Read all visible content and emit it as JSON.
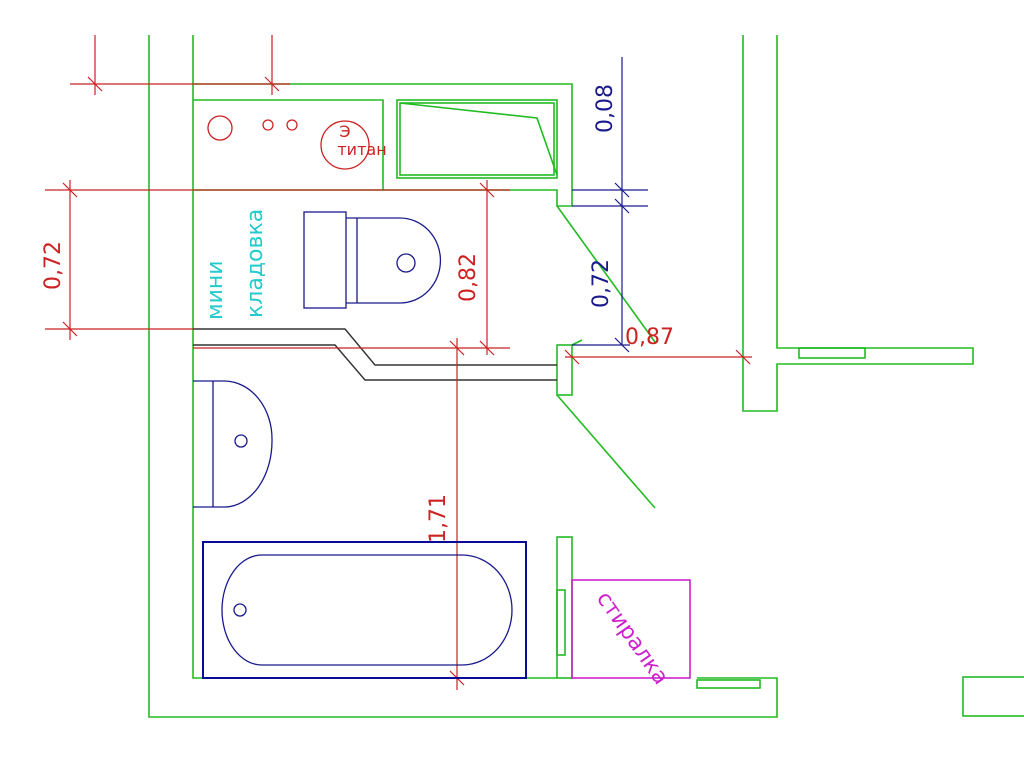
{
  "colors": {
    "wall": "#22bb22",
    "dimension_red": "#cc2222",
    "dimension_blue": "#1a1a8c",
    "fixture_blue": "#1a1a8c",
    "bath_outline": "#0a0a99",
    "label_cyan": "#22cccc",
    "label_magenta": "#cc22cc",
    "pipe": "#333333"
  },
  "labels": {
    "boiler_e": "Э",
    "boiler_name": "титан",
    "pantry_line1": "мини",
    "pantry_line2": "кладовка",
    "washer": "стиралка"
  },
  "dimensions": {
    "left_072": "0,72",
    "toilet_082": "0,82",
    "right_008": "0,08",
    "right_072": "0,72",
    "span_087": "0,87",
    "bath_171": "1,71"
  }
}
